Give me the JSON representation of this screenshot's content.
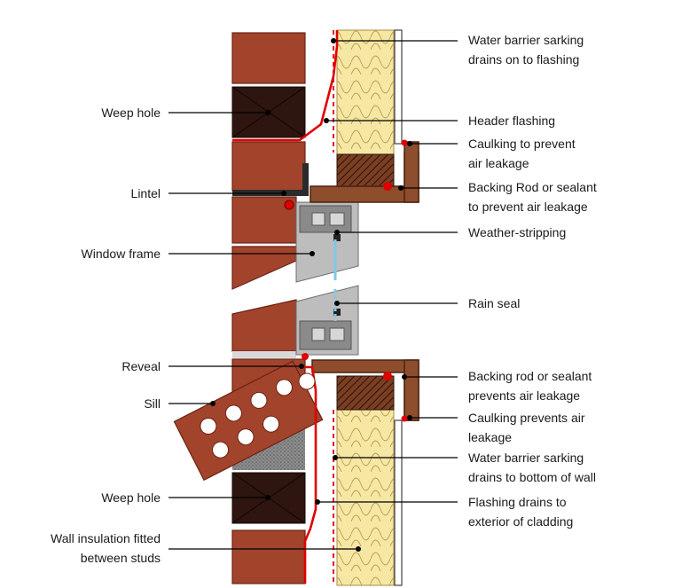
{
  "labels_left": {
    "weep_hole_top": "Weep hole",
    "lintel": "Lintel",
    "window_frame": "Window frame",
    "reveal": "Reveal",
    "sill": "Sill",
    "weep_hole_bottom": "Weep hole",
    "wall_insulation_line1": "Wall insulation fitted",
    "wall_insulation_line2": "between studs"
  },
  "labels_right": {
    "water_barrier_top_line1": "Water barrier sarking",
    "water_barrier_top_line2": "drains on to flashing",
    "header_flashing": "Header flashing",
    "caulking_top_line1": "Caulking to prevent",
    "caulking_top_line2": "air leakage",
    "backing_rod_top_line1": "Backing Rod or sealant",
    "backing_rod_top_line2": "to prevent air leakage",
    "weather_stripping": "Weather-stripping",
    "rain_seal": "Rain seal",
    "backing_rod_bottom_line1": "Backing rod or sealant",
    "backing_rod_bottom_line2": "prevents air leakage",
    "caulking_bottom_line1": "Caulking prevents air",
    "caulking_bottom_line2": "leakage",
    "water_barrier_bottom_line1": "Water barrier sarking",
    "water_barrier_bottom_line2": "drains to bottom of wall",
    "flashing_drains_line1": "Flashing drains to",
    "flashing_drains_line2": "exterior of cladding"
  },
  "colors": {
    "brick": "#a2432c",
    "weep_hole": "#2e1510",
    "insulation": "#f6e7a4",
    "timber": "#8e4d2c",
    "flashing": "#e00000",
    "glazing": "#7ec8e8",
    "frame": "#bdbdbd"
  }
}
